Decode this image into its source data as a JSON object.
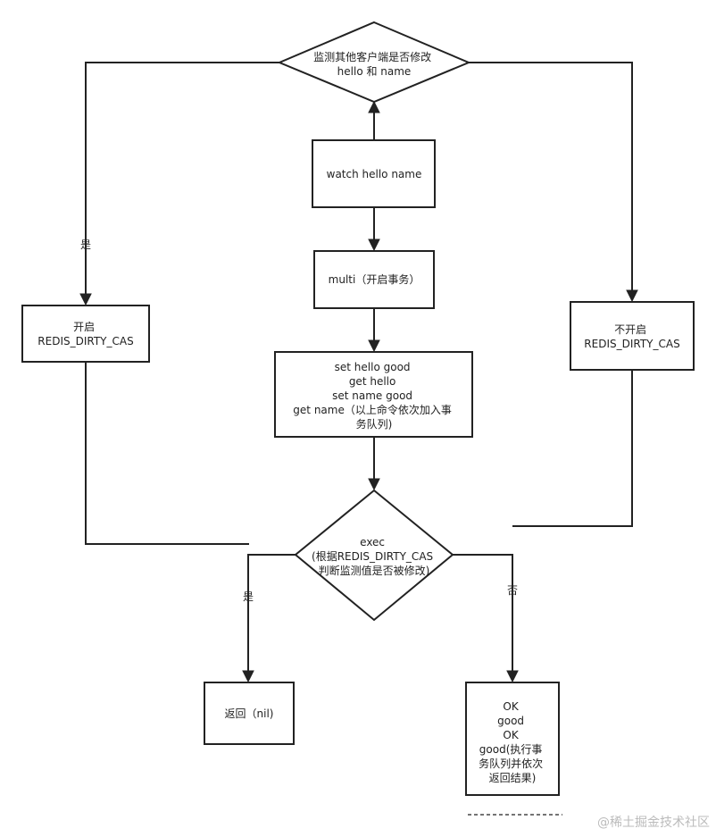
{
  "diagram": {
    "nodes": {
      "check_modified": {
        "lines": [
          "监测其他客户端是否修改",
          "hello 和 name"
        ]
      },
      "watch": {
        "lines": [
          "watch hello name"
        ]
      },
      "multi": {
        "lines": [
          "multi（开启事务）"
        ]
      },
      "queue": {
        "lines": [
          "set hello good",
          "get hello",
          "set name good",
          "get name（以上命令依次加入事",
          "务队列)"
        ]
      },
      "enable_cas": {
        "lines": [
          "开启",
          "REDIS_DIRTY_CAS"
        ]
      },
      "disable_cas": {
        "lines": [
          "不开启",
          "REDIS_DIRTY_CAS"
        ]
      },
      "exec": {
        "lines": [
          "exec",
          "(根据REDIS_DIRTY_CAS",
          "判断监测值是否被修改)"
        ]
      },
      "return_nil": {
        "lines": [
          "返回（nil)"
        ]
      },
      "results": {
        "lines": [
          "OK",
          "good",
          "OK",
          "good(执行事",
          "务队列并依次",
          "返回结果)"
        ]
      }
    },
    "edge_labels": {
      "yes_left": "是",
      "yes_exec": "是",
      "no_exec": "否"
    }
  },
  "watermark": "@稀土掘金技术社区"
}
